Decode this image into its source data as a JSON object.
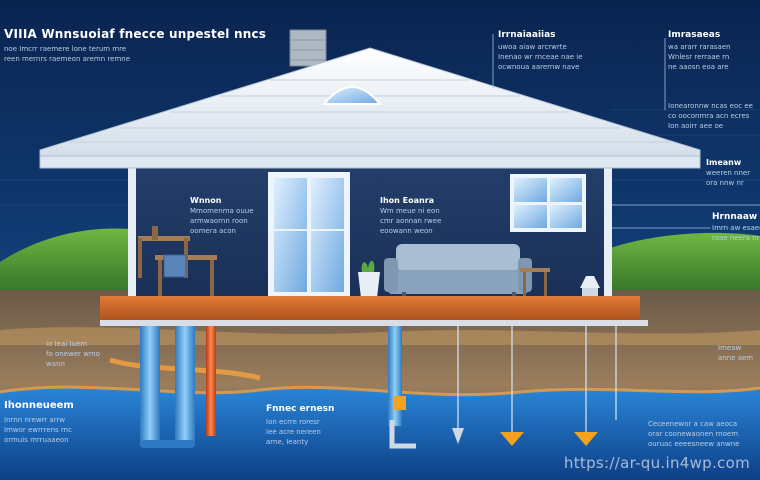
{
  "title": "VIIIA Wnnsuoiaf fnecce unpestel nncs",
  "title_sub": [
    "noe Imcrr raemere lone terum mre",
    "reen mernrs raemeon aremn remne"
  ],
  "callouts": {
    "top_center": {
      "heading": "Irrnaiaaiias",
      "lines": [
        "uwoa aiaw arcrwrte",
        "Inenao wr rnceae nae ie",
        "ocwnoua aarernw nave"
      ]
    },
    "top_right": {
      "heading": "Imrasaeas",
      "lines": [
        "wa ararr rarasaen",
        "Wnlesr rerraae rn",
        "ne aaosn eoa are"
      ]
    },
    "mid_right": {
      "lines": [
        "Ionearonnw ncas eoc ee",
        "co ooconmra acn ecres",
        "Ion aoirr aee oe"
      ]
    },
    "right_small": {
      "heading": "Imeanw",
      "lines": [
        "weeren nner",
        "ora nnw nr"
      ]
    },
    "right_h": {
      "heading": "Hrnnaaw",
      "lines": [
        "Imrn aw esaee",
        "roae neera nrs"
      ]
    },
    "room_left": {
      "heading": "Wnnon",
      "lines": [
        "Mmomenma ouue",
        "armwaornn roon",
        "oomera acon"
      ]
    },
    "room_center": {
      "heading": "Ihon Eoanra",
      "lines": [
        "Wm meue ni eon",
        "cmr aonnan rwee",
        "eoowann weon"
      ]
    },
    "ground_left": {
      "lines": [
        "Io Ieai Iuem",
        "fo onewer wmo",
        "wann"
      ]
    },
    "ground_right": {
      "lines": [
        "Imeaw",
        "anne aem"
      ]
    },
    "bottom_left": {
      "heading": "Ihonneueem",
      "lines": [
        "Inrnn nrewrr arrw",
        "Imwor ewrrrens rnc",
        "ormuis mrruaaeon"
      ]
    },
    "bottom_center": {
      "heading": "Fnnec ernesn",
      "lines": [
        "Ion ecrre roresr",
        "Iee acre nereen",
        "arne, Ieanty"
      ]
    },
    "bottom_right": {
      "lines": [
        "Ceceenewor a caw aeoca",
        "orar coonewaonen rnoem",
        "ouruac eeeesneew anwne"
      ]
    }
  },
  "watermark": "https://ar-qu.in4wp.com",
  "colors": {
    "sky": "#0b2a55",
    "roof": "#eef3f8",
    "wall": "#1f3a66",
    "floor": "#d2682a",
    "water": "#1f6fc4",
    "grass": "#4f9a35",
    "hot_pipe": "#e0542a",
    "cool_pipe": "#5bb4e8",
    "probe": "#f2a21c"
  }
}
